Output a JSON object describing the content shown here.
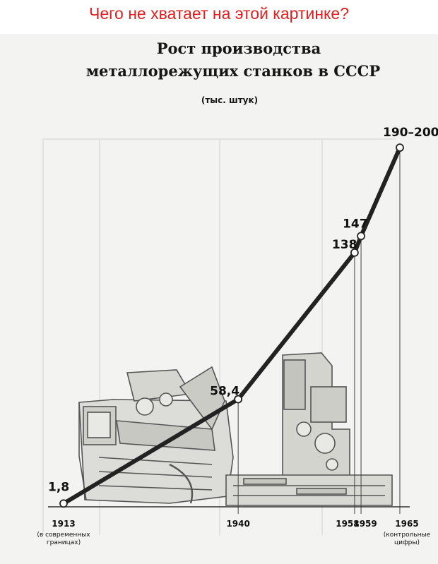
{
  "question": "Чего не хватает на этой картинке?",
  "chart_data": {
    "type": "line",
    "title_line1": "Рост производства",
    "title_line2": "металлорежущих станков в СССР",
    "subtitle": "(тыс. штук)",
    "x": [
      1913,
      1940,
      1958,
      1959,
      1965
    ],
    "values": [
      1.8,
      58.4,
      138,
      147,
      195
    ],
    "data_labels": [
      "1,8",
      "58,4",
      "138",
      "147",
      "190–200"
    ],
    "tick_labels": [
      "1913",
      "1940",
      "1958",
      "1959",
      "1965"
    ],
    "tick_notes": {
      "1913": [
        "(в современных",
        "границах)"
      ],
      "1965": [
        "(контрольные",
        "цифры)"
      ]
    },
    "ylim": [
      0,
      210
    ],
    "grid": false,
    "colors": {
      "line": "#222222",
      "marker_fill": "#ffffff",
      "question": "#e02020"
    }
  }
}
